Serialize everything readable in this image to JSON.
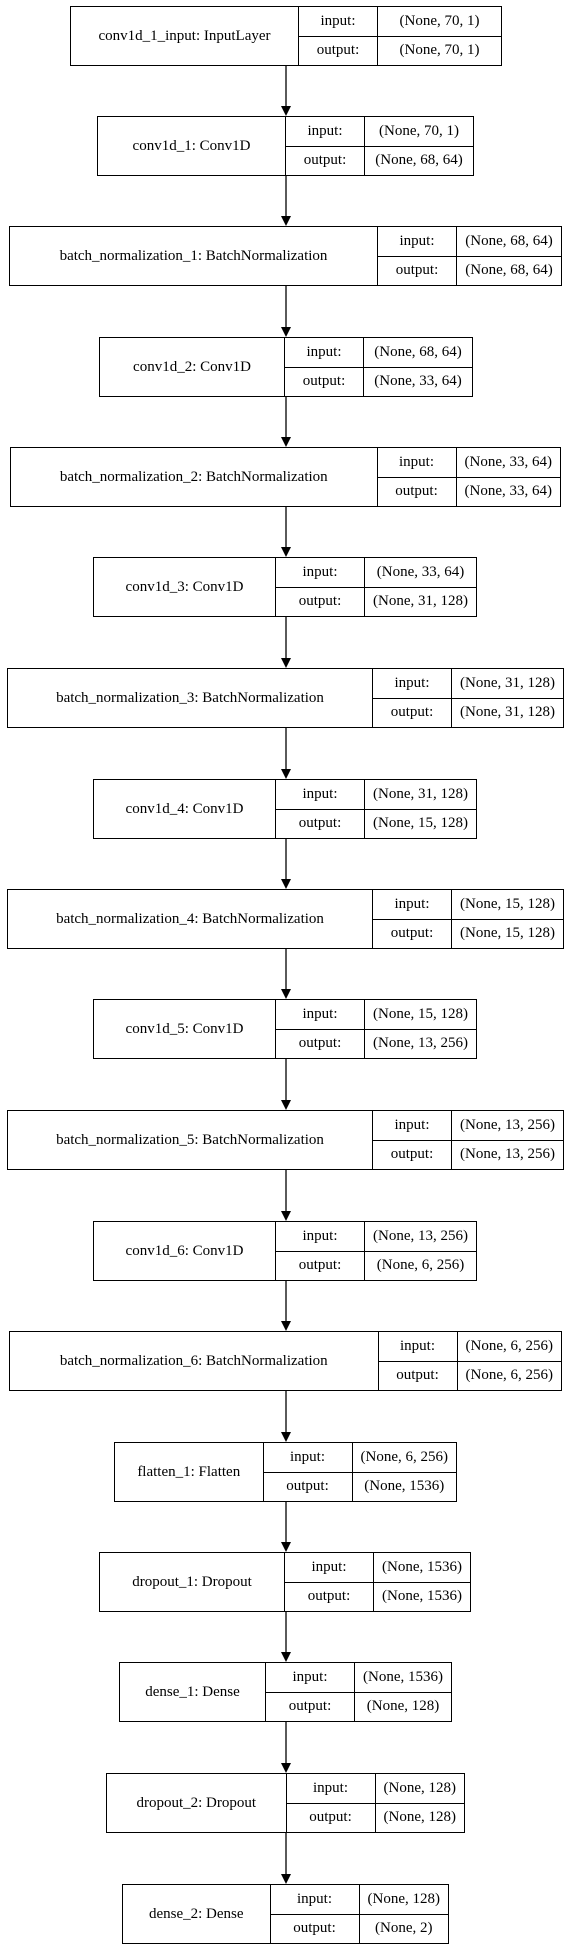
{
  "layers": [
    {
      "name": "conv1d_1_input: InputLayer",
      "input_label": "input:",
      "input_shape": "(None, 70, 1)",
      "output_label": "output:",
      "output_shape": "(None, 70, 1)"
    },
    {
      "name": "conv1d_1: Conv1D",
      "input_label": "input:",
      "input_shape": "(None, 70, 1)",
      "output_label": "output:",
      "output_shape": "(None, 68, 64)"
    },
    {
      "name": "batch_normalization_1: BatchNormalization",
      "input_label": "input:",
      "input_shape": "(None, 68, 64)",
      "output_label": "output:",
      "output_shape": "(None, 68, 64)"
    },
    {
      "name": "conv1d_2: Conv1D",
      "input_label": "input:",
      "input_shape": "(None, 68, 64)",
      "output_label": "output:",
      "output_shape": "(None, 33, 64)"
    },
    {
      "name": "batch_normalization_2: BatchNormalization",
      "input_label": "input:",
      "input_shape": "(None, 33, 64)",
      "output_label": "output:",
      "output_shape": "(None, 33, 64)"
    },
    {
      "name": "conv1d_3: Conv1D",
      "input_label": "input:",
      "input_shape": "(None, 33, 64)",
      "output_label": "output:",
      "output_shape": "(None, 31, 128)"
    },
    {
      "name": "batch_normalization_3: BatchNormalization",
      "input_label": "input:",
      "input_shape": "(None, 31, 128)",
      "output_label": "output:",
      "output_shape": "(None, 31, 128)"
    },
    {
      "name": "conv1d_4: Conv1D",
      "input_label": "input:",
      "input_shape": "(None, 31, 128)",
      "output_label": "output:",
      "output_shape": "(None, 15, 128)"
    },
    {
      "name": "batch_normalization_4: BatchNormalization",
      "input_label": "input:",
      "input_shape": "(None, 15, 128)",
      "output_label": "output:",
      "output_shape": "(None, 15, 128)"
    },
    {
      "name": "conv1d_5: Conv1D",
      "input_label": "input:",
      "input_shape": "(None, 15, 128)",
      "output_label": "output:",
      "output_shape": "(None, 13, 256)"
    },
    {
      "name": "batch_normalization_5: BatchNormalization",
      "input_label": "input:",
      "input_shape": "(None, 13, 256)",
      "output_label": "output:",
      "output_shape": "(None, 13, 256)"
    },
    {
      "name": "conv1d_6: Conv1D",
      "input_label": "input:",
      "input_shape": "(None, 13, 256)",
      "output_label": "output:",
      "output_shape": "(None, 6, 256)"
    },
    {
      "name": "batch_normalization_6: BatchNormalization",
      "input_label": "input:",
      "input_shape": "(None, 6, 256)",
      "output_label": "output:",
      "output_shape": "(None, 6, 256)"
    },
    {
      "name": "flatten_1: Flatten",
      "input_label": "input:",
      "input_shape": "(None, 6, 256)",
      "output_label": "output:",
      "output_shape": "(None, 1536)"
    },
    {
      "name": "dropout_1: Dropout",
      "input_label": "input:",
      "input_shape": "(None, 1536)",
      "output_label": "output:",
      "output_shape": "(None, 1536)"
    },
    {
      "name": "dense_1: Dense",
      "input_label": "input:",
      "input_shape": "(None, 1536)",
      "output_label": "output:",
      "output_shape": "(None, 128)"
    },
    {
      "name": "dropout_2: Dropout",
      "input_label": "input:",
      "input_shape": "(None, 128)",
      "output_label": "output:",
      "output_shape": "(None, 128)"
    },
    {
      "name": "dense_2: Dense",
      "input_label": "input:",
      "input_shape": "(None, 128)",
      "output_label": "output:",
      "output_shape": "(None, 2)"
    }
  ]
}
